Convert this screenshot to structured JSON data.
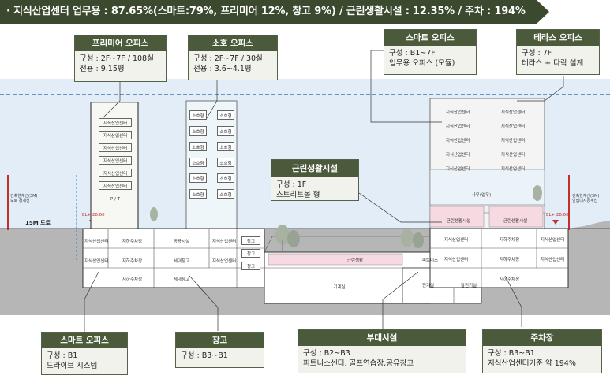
{
  "banner": {
    "text": "· 지식산업센터 업무용 : 87.65%(스마트:79%, 프리미어 12%, 창고 9%) / 근린생활시설 : 12.35% / 주차 : 194%",
    "bg_color": "#3b4a2e"
  },
  "callouts": {
    "premier": {
      "title": "프리미어 오피스",
      "line1": "구성 : 2F~7F / 108실",
      "line2": "전용 : 9.15평"
    },
    "soho": {
      "title": "소호 오피스",
      "line1": "구성 : 2F~7F / 30실",
      "line2": "전용 : 3.6~4.1평"
    },
    "smart_top": {
      "title": "스마트 오피스",
      "line1": "구성 : B1~7F",
      "line2": "업무용 오피스 (모듈)"
    },
    "terrace": {
      "title": "테라스 오피스",
      "line1": "구성 : 7F",
      "line2": "테라스 + 다락 설계"
    },
    "retail": {
      "title": "근린생활시설",
      "line1": "구성 : 1F",
      "line2": "스트리트몰 형"
    },
    "smart_bottom": {
      "title": "스마트 오피스",
      "line1": "구성 : B1",
      "line2": "드라이브 시스템"
    },
    "storage": {
      "title": "창고",
      "line1": "구성 : B3~B1",
      "line2": ""
    },
    "amenity": {
      "title": "부대시설",
      "line1": "구성 : B2~B3",
      "line2": "피트니스센터, 골프연습장,공유창고"
    },
    "parking": {
      "title": "주차장",
      "line1": "구성 : B3~B1",
      "line2": "지식산업센터기준 약 194%"
    }
  },
  "section": {
    "road_left": "15M 도로",
    "note_left": [
      "건축한계선(3M)",
      "도로 경계선"
    ],
    "note_right": [
      "건축한계선(3M)",
      "인접대지경계선"
    ],
    "el_left": "EL+ 28.60",
    "el_right": "EL+ 28.60",
    "left_tower_floors": [
      "지식산업센터",
      "지식산업센터",
      "지식산업센터",
      "지식산업센터",
      "지식산업센터",
      "지식산업센터"
    ],
    "left_tower_top": "P / T",
    "soho_units": [
      "소호형",
      "소호형",
      "소호형",
      "소호형",
      "소호형",
      "소호형"
    ],
    "right_tower_floors": [
      "지식산업센터",
      "지식산업센터",
      "지식산업센터",
      "지식산업센터",
      "지식산업센터"
    ],
    "right_lobby": "사무(업무)",
    "retail_units": [
      "근린생활시설",
      "근린생활시설"
    ],
    "b1_left": [
      "지식산업센터",
      "지하주차장",
      "공용시설",
      "지식산업센터"
    ],
    "b2_left": [
      "지식산업센터",
      "지하주차장",
      "세대창고",
      "지식산업센터"
    ],
    "b3_left": [
      "지하주차장",
      "세대창고"
    ],
    "stair_units": [
      "창고",
      "창고",
      "창고"
    ],
    "center_b1": [
      "근린생활",
      "피트니스"
    ],
    "center_b3": [
      "기계실",
      "전기실",
      "발전기실"
    ],
    "right_b1": [
      "지식산업센터",
      "지하주차장",
      "지식산업센터"
    ],
    "right_b2": [
      "지식산업센터",
      "지하주차장",
      "지식산업센터"
    ],
    "right_b3": [
      "지하주차장"
    ]
  },
  "colors": {
    "header_green": "#4b5a3a",
    "callout_bg": "#f2f2ec",
    "sky": "#e3edf7",
    "ground": "#b8b8b8",
    "boundary_red": "#c0302a",
    "dash_blue": "#1f5ea8"
  }
}
